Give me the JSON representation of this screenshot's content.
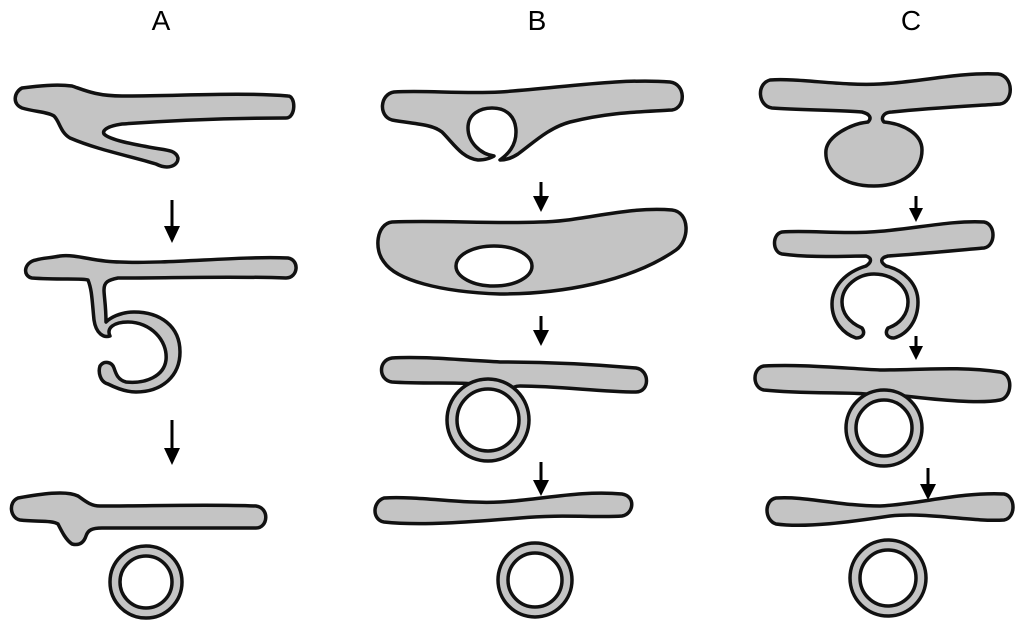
{
  "columns": [
    {
      "id": "a",
      "label": "A"
    },
    {
      "id": "b",
      "label": "B"
    },
    {
      "id": "c",
      "label": "C"
    }
  ],
  "colors": {
    "fill": "#c4c4c4",
    "stroke": "#111111",
    "hole": "#ffffff",
    "background": "#ffffff"
  }
}
